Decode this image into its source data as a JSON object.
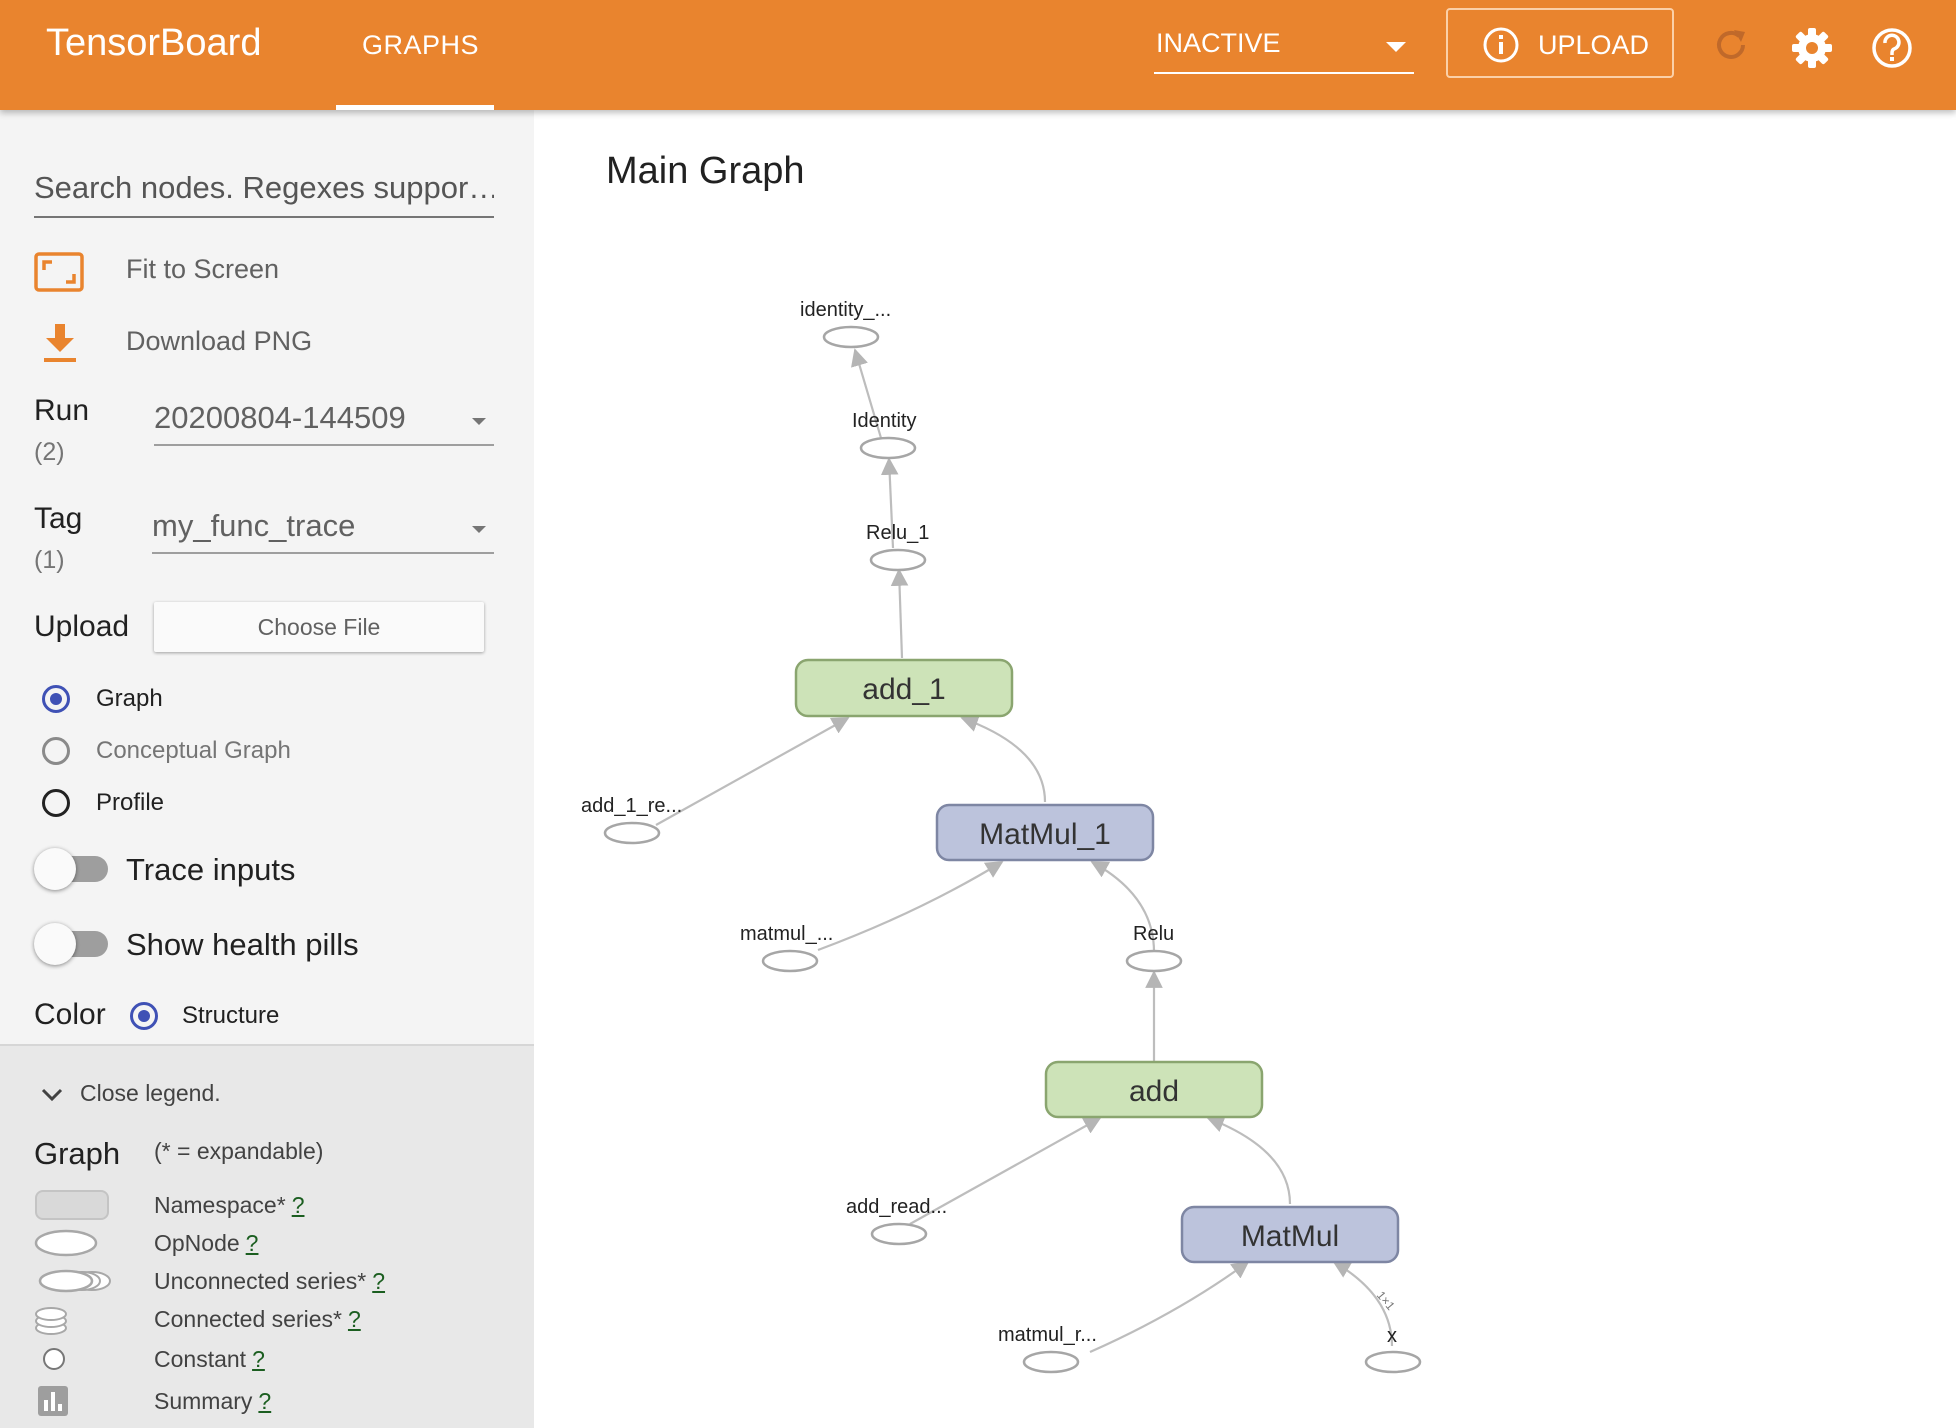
{
  "header": {
    "brand": "TensorBoard",
    "tab": "GRAPHS",
    "run_status": "INACTIVE",
    "upload_label": "UPLOAD",
    "colors": {
      "bar": "#e9842e",
      "accent": "#3f51b5"
    }
  },
  "sidebar": {
    "search_placeholder": "Search nodes. Regexes suppor…",
    "fit_to_screen": "Fit to Screen",
    "download_png": "Download PNG",
    "run_label": "Run",
    "run_count": "(2)",
    "run_value": "20200804-144509",
    "tag_label": "Tag",
    "tag_count": "(1)",
    "tag_value": "my_func_trace",
    "upload_label": "Upload",
    "choose_file": "Choose File",
    "graph_types": [
      {
        "label": "Graph",
        "state": "checked"
      },
      {
        "label": "Conceptual Graph",
        "state": "disabled"
      },
      {
        "label": "Profile",
        "state": "unchecked"
      }
    ],
    "trace_inputs": "Trace inputs",
    "health_pills": "Show health pills",
    "color_label": "Color",
    "color_value": "Structure"
  },
  "legend": {
    "close": "Close legend.",
    "title": "Graph",
    "subtitle": "(* = expandable)",
    "items": [
      {
        "label": "Namespace*",
        "q": "?"
      },
      {
        "label": "OpNode",
        "q": "?"
      },
      {
        "label": "Unconnected series*",
        "q": "?"
      },
      {
        "label": "Connected series*",
        "q": "?"
      },
      {
        "label": "Constant",
        "q": "?"
      },
      {
        "label": "Summary",
        "q": "?"
      }
    ]
  },
  "graph": {
    "title": "Main Graph",
    "nodes": {
      "identity_out": "identity_...",
      "identity": "Identity",
      "relu_1": "Relu_1",
      "add_1": "add_1",
      "add_1_read": "add_1_re...",
      "matmul_1": "MatMul_1",
      "matmul_read_1": "matmul_...",
      "relu": "Relu",
      "add": "add",
      "add_read": "add_read...",
      "matmul": "MatMul",
      "matmul_read": "matmul_r...",
      "x": "x",
      "edge_shape": "1×1"
    }
  }
}
